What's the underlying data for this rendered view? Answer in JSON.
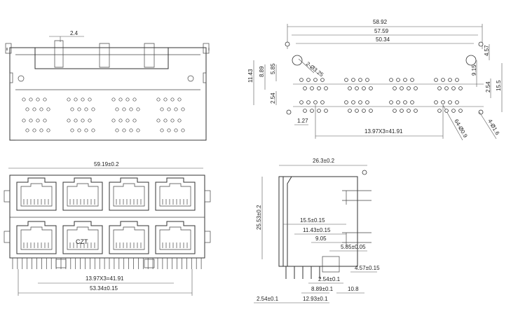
{
  "top_view": {
    "dim_pitch": "2.4"
  },
  "pcb_layout": {
    "dim_overall": "58.92",
    "dim_mid": "57.59",
    "dim_inner": "50.34",
    "dim_11_43": "11.43",
    "dim_8_89": "8.89",
    "dim_5_85": "5.85",
    "dim_2_54": "2.54",
    "dim_1_27": "1.27",
    "dim_457": "4.57",
    "dim_915": "9.15",
    "dim_254v": "2.54",
    "dim_155": "15.5",
    "dim_hole": "2-Ø3.25",
    "dim_holes_a": "64-Ø0.9",
    "dim_holes_b": "4-Ø1.6",
    "dim_pitch_total": "13.97X3=41.91"
  },
  "front_view": {
    "dim_width": "59.19±0.2",
    "dim_pitch_total": "13.97X3=41.91",
    "dim_span": "53.34±0.15",
    "label_mark": "CZT"
  },
  "side_view": {
    "dim_depth": "26.3±0.2",
    "dim_height": "25.53±0.2",
    "dim_15_5": "15.5±0.15",
    "dim_11_43": "11.43±0.15",
    "dim_9_05": "9.05",
    "dim_5_85": "5.85±0.05",
    "dim_4_57": "4.57±0.15",
    "dim_2_54": "2.54±0.1",
    "dim_8_89": "8.89±0.1",
    "dim_10_8": "10.8",
    "dim_2_54b": "2.54±0.1",
    "dim_12_93": "12.93±0.1"
  }
}
